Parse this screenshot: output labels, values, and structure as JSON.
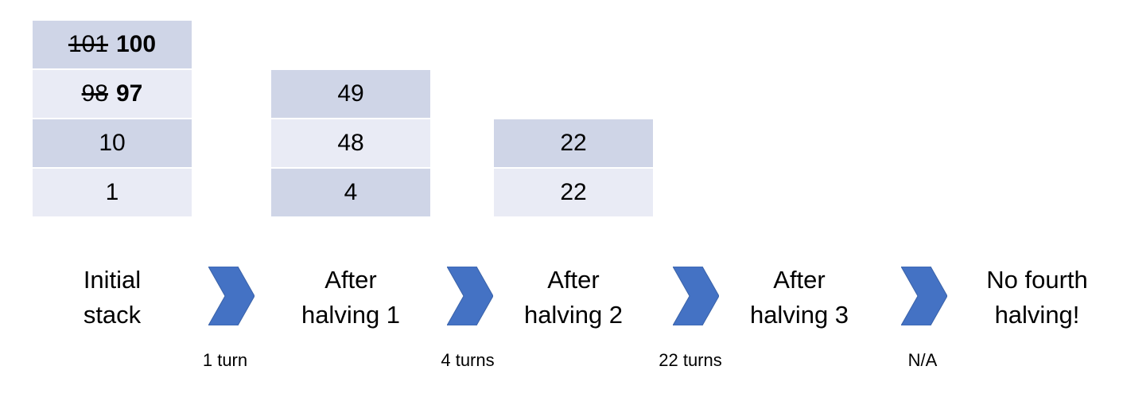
{
  "colors": {
    "cell_dark": "#cfd5e7",
    "cell_light": "#e9ebf5",
    "chevron": "#4472c4"
  },
  "stacks": [
    {
      "label_line1": "Initial",
      "label_line2": "stack",
      "cells": [
        {
          "old": "101",
          "new": "100"
        },
        {
          "old": "98",
          "new": "97"
        },
        {
          "value": "10"
        },
        {
          "value": "1"
        }
      ]
    },
    {
      "label_line1": "After",
      "label_line2": "halving 1",
      "cells": [
        {
          "value": "49"
        },
        {
          "value": "48"
        },
        {
          "value": "4"
        }
      ]
    },
    {
      "label_line1": "After",
      "label_line2": "halving 2",
      "cells": [
        {
          "value": "22"
        },
        {
          "value": "22"
        }
      ]
    },
    {
      "label_line1": "After",
      "label_line2": "halving 3",
      "cells": []
    },
    {
      "label_line1": "No fourth",
      "label_line2": "halving!",
      "cells": []
    }
  ],
  "transitions": [
    {
      "icon": "chevron-right-icon",
      "turns": "1 turn"
    },
    {
      "icon": "chevron-right-icon",
      "turns": "4 turns"
    },
    {
      "icon": "chevron-right-icon",
      "turns": "22 turns"
    },
    {
      "icon": "chevron-right-icon",
      "turns": "N/A"
    }
  ]
}
